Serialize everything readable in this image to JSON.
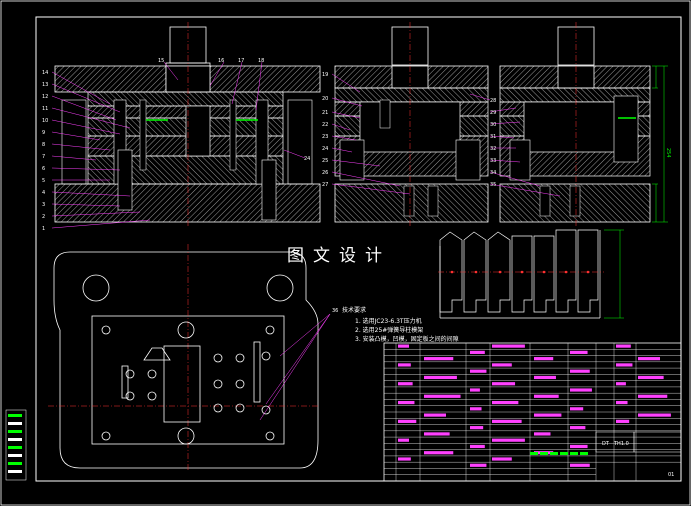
{
  "banner": "图文设计",
  "technical_notes": {
    "title": "技术要求",
    "items": [
      "1. 选用JC23-6.3T压力机",
      "2. 选用25#弹簧导柱模架",
      "3. 安装凸模，凹模，固定板之间的间隙"
    ]
  },
  "part_numbers_left": [
    "14",
    "13",
    "12",
    "11",
    "10",
    "9",
    "8",
    "7",
    "6",
    "5",
    "4",
    "3",
    "2",
    "1"
  ],
  "part_numbers_top": [
    "15",
    "16",
    "17",
    "18"
  ],
  "part_numbers_mid_left": [
    "19",
    "20",
    "21",
    "22",
    "23",
    "24",
    "25",
    "26",
    "27"
  ],
  "part_numbers_mid_right": [
    "28",
    "29",
    "30",
    "31",
    "32",
    "33",
    "34",
    "35"
  ],
  "callout_24": "24",
  "callout_36": "36",
  "dim_right": "254",
  "title_block": {
    "code_left": "DT",
    "code_right": "TH1.0",
    "sheet": "01"
  },
  "colors": {
    "background": "#000000",
    "line": "#ffffff",
    "hatch": "#ffffff",
    "center_line": "#ff3030",
    "leader": "#ff40ff",
    "dimension": "#00ff00",
    "table_text": "#ff40ff"
  }
}
